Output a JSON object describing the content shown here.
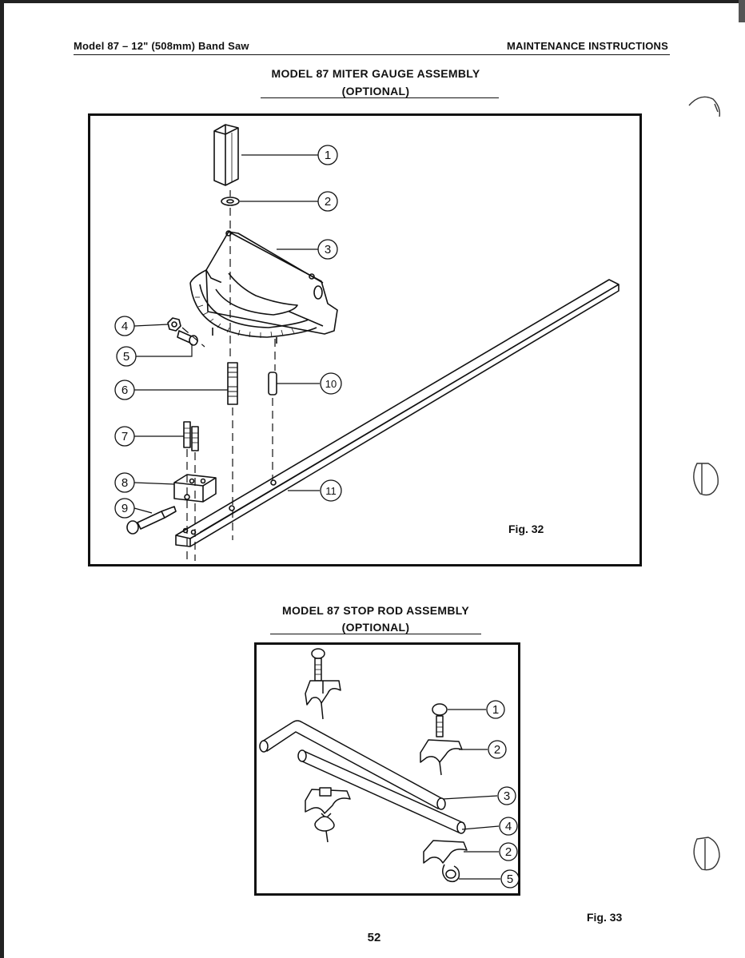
{
  "header": {
    "left": "Model 87 – 12\" (508mm) Band Saw",
    "right": "MAINTENANCE INSTRUCTIONS"
  },
  "figure32": {
    "title": "MODEL 87 MITER GAUGE ASSEMBLY",
    "subtitle": "(OPTIONAL)",
    "label": "Fig. 32",
    "callouts": [
      "1",
      "2",
      "3",
      "4",
      "5",
      "6",
      "7",
      "8",
      "9",
      "10",
      "11"
    ]
  },
  "figure33": {
    "title": "MODEL 87 STOP ROD ASSEMBLY",
    "subtitle": "(OPTIONAL)",
    "label": "Fig. 33",
    "callouts": [
      "1",
      "2",
      "3",
      "4",
      "2",
      "5"
    ]
  },
  "page_number": "52"
}
